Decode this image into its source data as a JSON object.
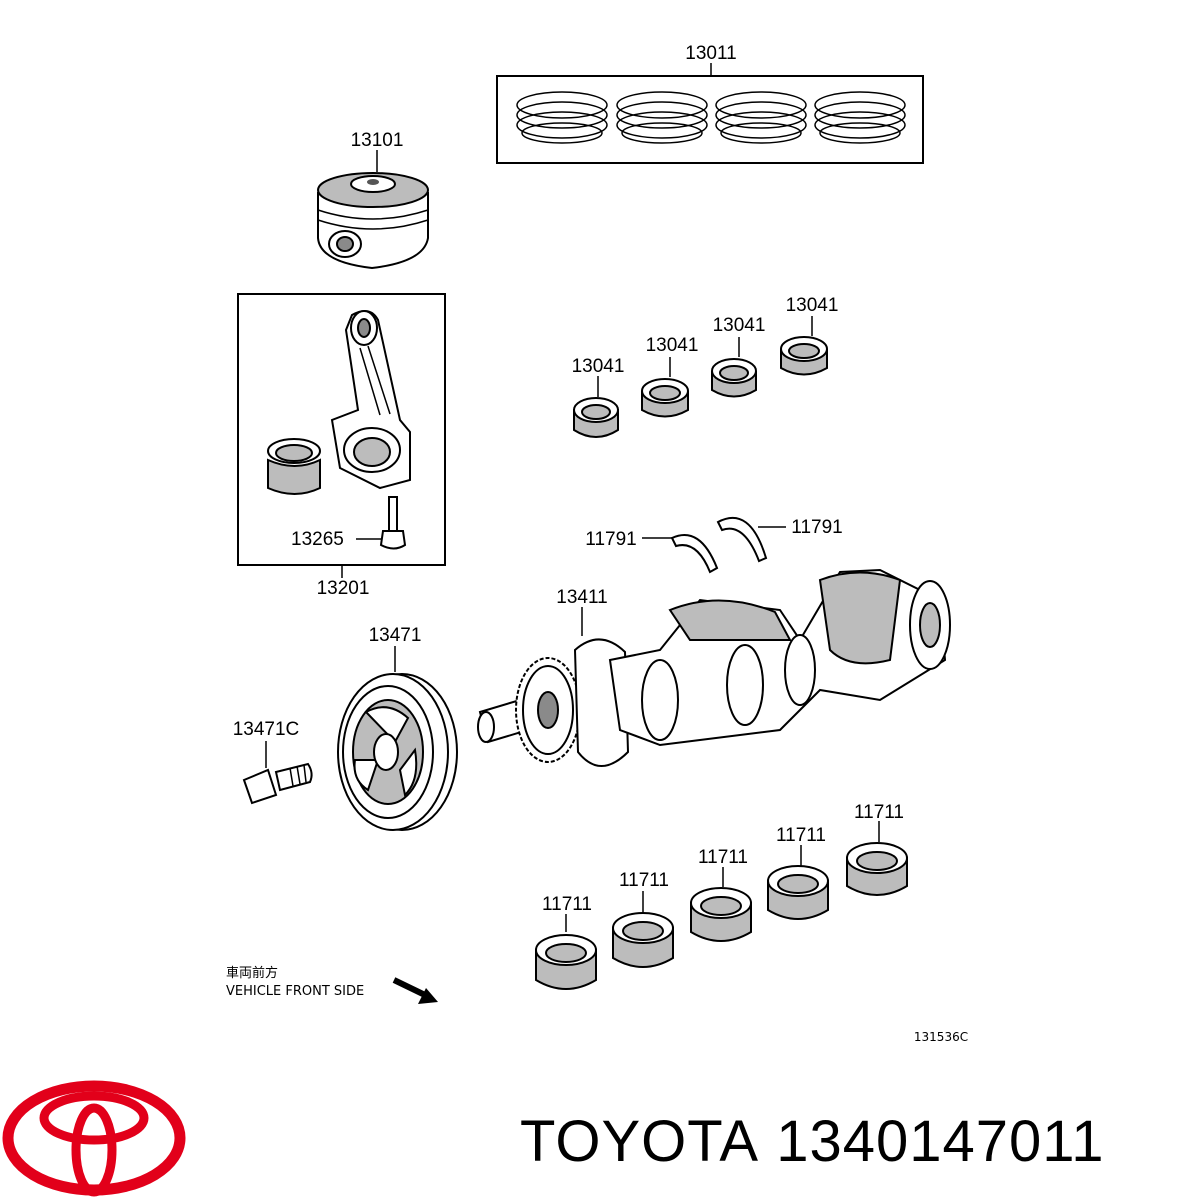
{
  "callouts": {
    "rings": "13011",
    "piston": "13101",
    "rod_assembly": "13201",
    "rod_bolt": "13265",
    "rod_bearing_1": "13041",
    "rod_bearing_2": "13041",
    "rod_bearing_3": "13041",
    "rod_bearing_4": "13041",
    "thrust_washer_left": "11791",
    "thrust_washer_right": "11791",
    "crankshaft": "13411",
    "pulley": "13471",
    "pulley_bolt": "13471C",
    "main_bearing_1": "11711",
    "main_bearing_2": "11711",
    "main_bearing_3": "11711",
    "main_bearing_4": "11711",
    "main_bearing_5": "11711"
  },
  "direction_note": {
    "japanese": "車両前方",
    "english": "VEHICLE FRONT SIDE"
  },
  "illustration_ref": "131536C",
  "footer": {
    "brand": "TOYOTA",
    "part_number": "1340147011",
    "logo_color": "#e2001a"
  }
}
